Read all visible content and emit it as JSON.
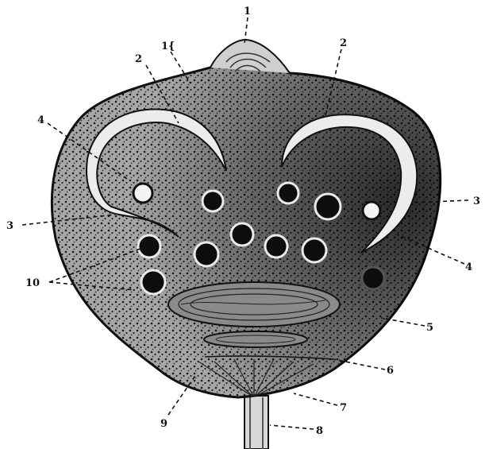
{
  "figure": {
    "labels": {
      "l1_top": "1",
      "l1_secondary": "1{",
      "l2_left": "2",
      "l2_right": "2",
      "l3_left": "3",
      "l3_right": "3",
      "l4_left": "4",
      "l4_right": "4",
      "l5": "5",
      "l6": "6",
      "l7": "7",
      "l8": "8",
      "l9": "9",
      "l10": "10"
    }
  },
  "colors": {
    "ink": "#111111",
    "body_fill": "#9a9a9a",
    "shadow": "#2a2a2a",
    "canal": "#ececec"
  }
}
